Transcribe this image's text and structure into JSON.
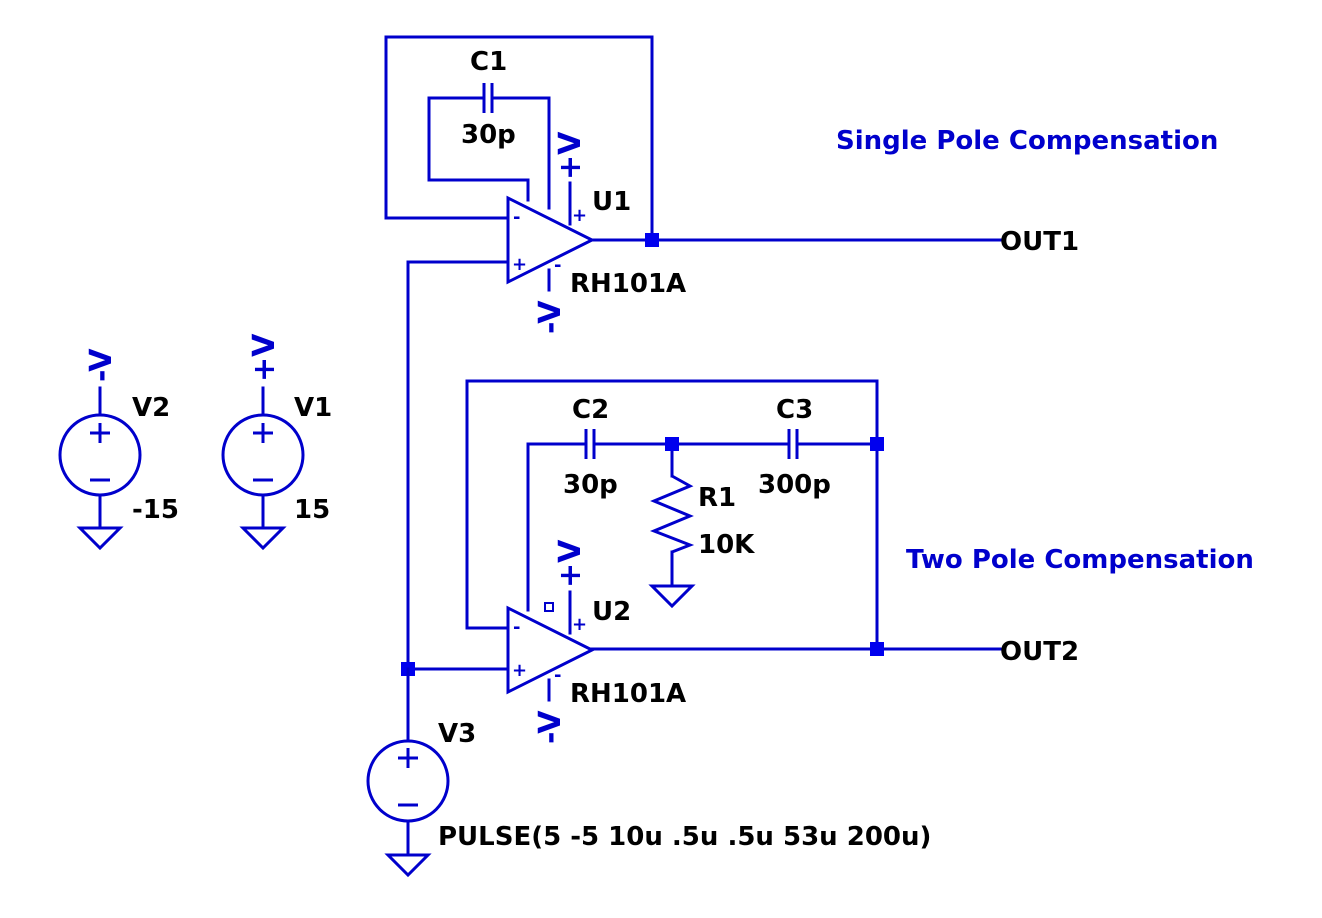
{
  "comments": {
    "single_pole": "Single Pole Compensation",
    "two_pole": "Two Pole Compensation"
  },
  "components": {
    "c1": {
      "ref": "C1",
      "value": "30p"
    },
    "c2": {
      "ref": "C2",
      "value": "30p"
    },
    "c3": {
      "ref": "C3",
      "value": "300p"
    },
    "r1": {
      "ref": "R1",
      "value": "10K"
    },
    "u1": {
      "ref": "U1",
      "model": "RH101A"
    },
    "u2": {
      "ref": "U2",
      "model": "RH101A"
    },
    "v1": {
      "ref": "V1",
      "value": "15"
    },
    "v2": {
      "ref": "V2",
      "value": "-15"
    },
    "v3": {
      "ref": "V3",
      "value": "PULSE(5 -5 10u .5u .5u 53u 200u)"
    }
  },
  "nets": {
    "out1": "OUT1",
    "out2": "OUT2",
    "vpos": "+V",
    "vneg": "-V"
  },
  "pins": {
    "plus": "+",
    "minus": "-"
  }
}
